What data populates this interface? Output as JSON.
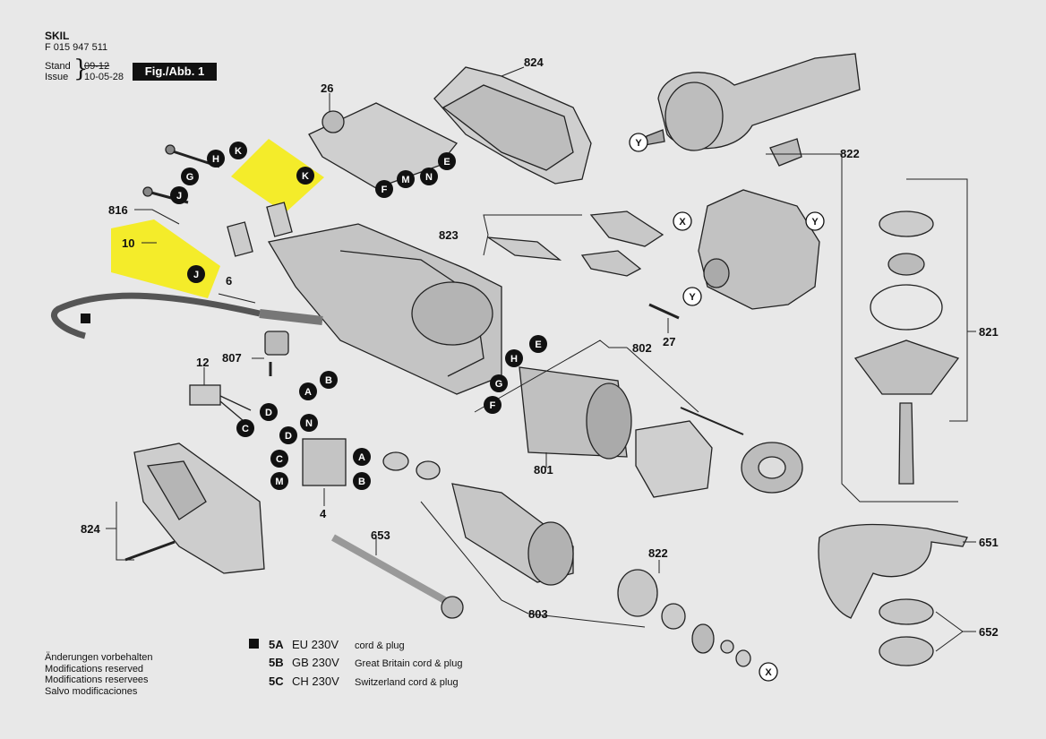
{
  "header": {
    "brand": "SKIL",
    "part_number": "F 015 947 511",
    "stand_label": "Stand",
    "stand_value": "09-12",
    "issue_label": "Issue",
    "issue_value": "10-05-28",
    "figure": "Fig./Abb. 1"
  },
  "part_numbers": {
    "p824_top": "824",
    "p26": "26",
    "p822_top": "822",
    "p816": "816",
    "p10": "10",
    "p6": "6",
    "p823": "823",
    "p27": "27",
    "p821": "821",
    "p807": "807",
    "p12": "12",
    "p802": "802",
    "p801": "801",
    "p4": "4",
    "p824_bot": "824",
    "p653": "653",
    "p822_bot": "822",
    "p803": "803",
    "p651": "651",
    "p652": "652"
  },
  "callouts": [
    "K",
    "H",
    "G",
    "J",
    "E",
    "N",
    "M",
    "F",
    "A",
    "B",
    "D",
    "C",
    "X",
    "Y"
  ],
  "highlight_color": "#f4ec2a",
  "notes": {
    "de": "Änderungen vorbehalten",
    "en": "Modifications reserved",
    "fr": "Modifications reservees",
    "es": "Salvo modificaciones"
  },
  "variants": [
    {
      "code": "5A",
      "voltage": "EU 230V",
      "desc": "cord & plug",
      "marked": true
    },
    {
      "code": "5B",
      "voltage": "GB 230V",
      "desc": "Great Britain cord & plug",
      "marked": false
    },
    {
      "code": "5C",
      "voltage": "CH 230V",
      "desc": "Switzerland cord & plug",
      "marked": false
    }
  ]
}
